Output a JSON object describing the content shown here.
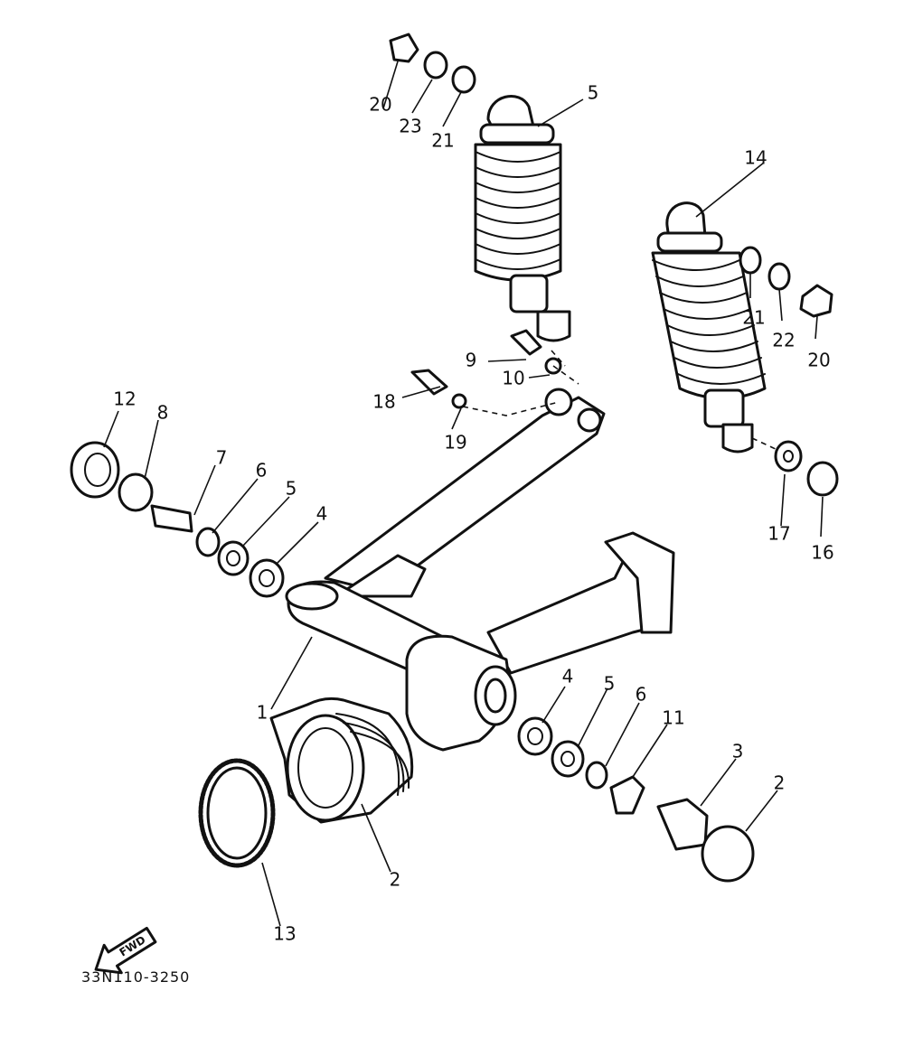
{
  "diagram_code": "33N110-3250",
  "fwd_label": "FWD",
  "callouts": [
    {
      "id": "c-1",
      "text": "1"
    },
    {
      "id": "c-2a",
      "text": "2"
    },
    {
      "id": "c-2b",
      "text": "2"
    },
    {
      "id": "c-3",
      "text": "3"
    },
    {
      "id": "c-4a",
      "text": "4"
    },
    {
      "id": "c-4b",
      "text": "4"
    },
    {
      "id": "c-5top",
      "text": "5"
    },
    {
      "id": "c-5a",
      "text": "5"
    },
    {
      "id": "c-5b",
      "text": "5"
    },
    {
      "id": "c-6a",
      "text": "6"
    },
    {
      "id": "c-6b",
      "text": "6"
    },
    {
      "id": "c-7",
      "text": "7"
    },
    {
      "id": "c-8",
      "text": "8"
    },
    {
      "id": "c-9",
      "text": "9"
    },
    {
      "id": "c-10",
      "text": "10"
    },
    {
      "id": "c-11",
      "text": "11"
    },
    {
      "id": "c-12",
      "text": "12"
    },
    {
      "id": "c-13",
      "text": "13"
    },
    {
      "id": "c-14",
      "text": "14"
    },
    {
      "id": "c-16",
      "text": "16"
    },
    {
      "id": "c-17",
      "text": "17"
    },
    {
      "id": "c-18",
      "text": "18"
    },
    {
      "id": "c-19",
      "text": "19"
    },
    {
      "id": "c-20a",
      "text": "20"
    },
    {
      "id": "c-20b",
      "text": "20"
    },
    {
      "id": "c-21a",
      "text": "21"
    },
    {
      "id": "c-21b",
      "text": "21"
    },
    {
      "id": "c-22",
      "text": "22"
    },
    {
      "id": "c-23",
      "text": "23"
    }
  ]
}
